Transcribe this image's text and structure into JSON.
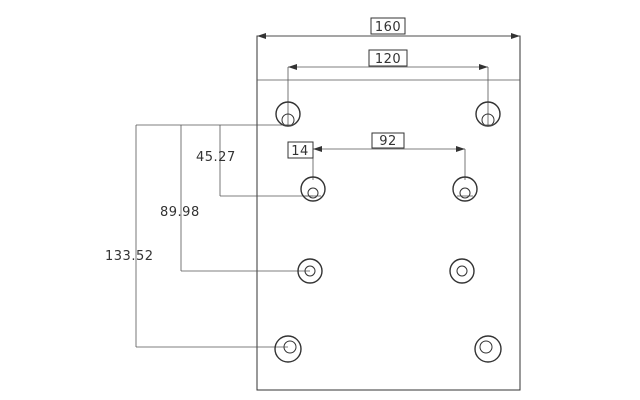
{
  "dimensions": {
    "overall_width": "160",
    "hole_span_outer": "120",
    "hole_span_inner": "92",
    "offset_small": "14",
    "row2_offset": "45.27",
    "row3_offset": "89.98",
    "row4_offset": "133.52"
  },
  "icons": {
    "hole": "mounting-hole-icon"
  }
}
